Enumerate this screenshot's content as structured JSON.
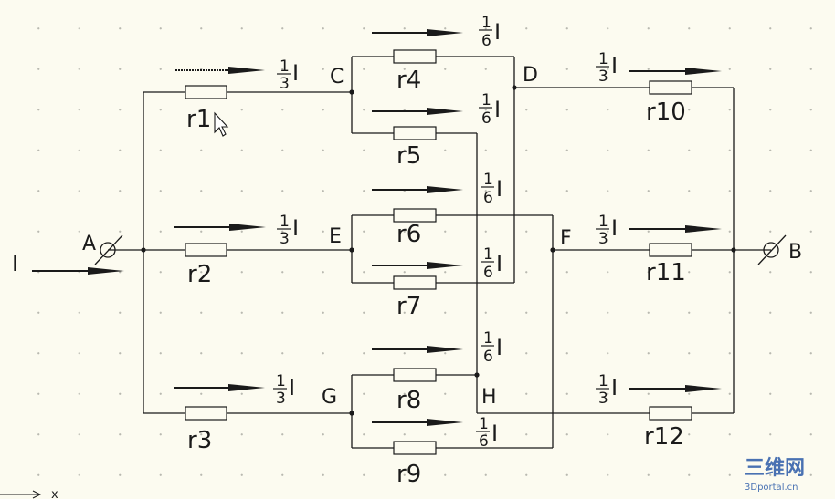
{
  "nodes": {
    "input_current": "I",
    "a": "A",
    "b": "B",
    "c": "C",
    "d": "D",
    "e": "E",
    "f": "F",
    "g": "G",
    "h": "H"
  },
  "resistors": {
    "r1": "r1",
    "r2": "r2",
    "r3": "r3",
    "r4": "r4",
    "r5": "r5",
    "r6": "r6",
    "r7": "r7",
    "r8": "r8",
    "r9": "r9",
    "r10": "r10",
    "r11": "r11",
    "r12": "r12"
  },
  "currents": {
    "third_numerator": "1",
    "third_denominator": "3",
    "sixth_numerator": "1",
    "sixth_denominator": "6",
    "symbol": "I"
  },
  "ucs": {
    "axis_label": "x"
  },
  "watermark": {
    "logo": "三维网",
    "site": "3Dportal.cn"
  }
}
